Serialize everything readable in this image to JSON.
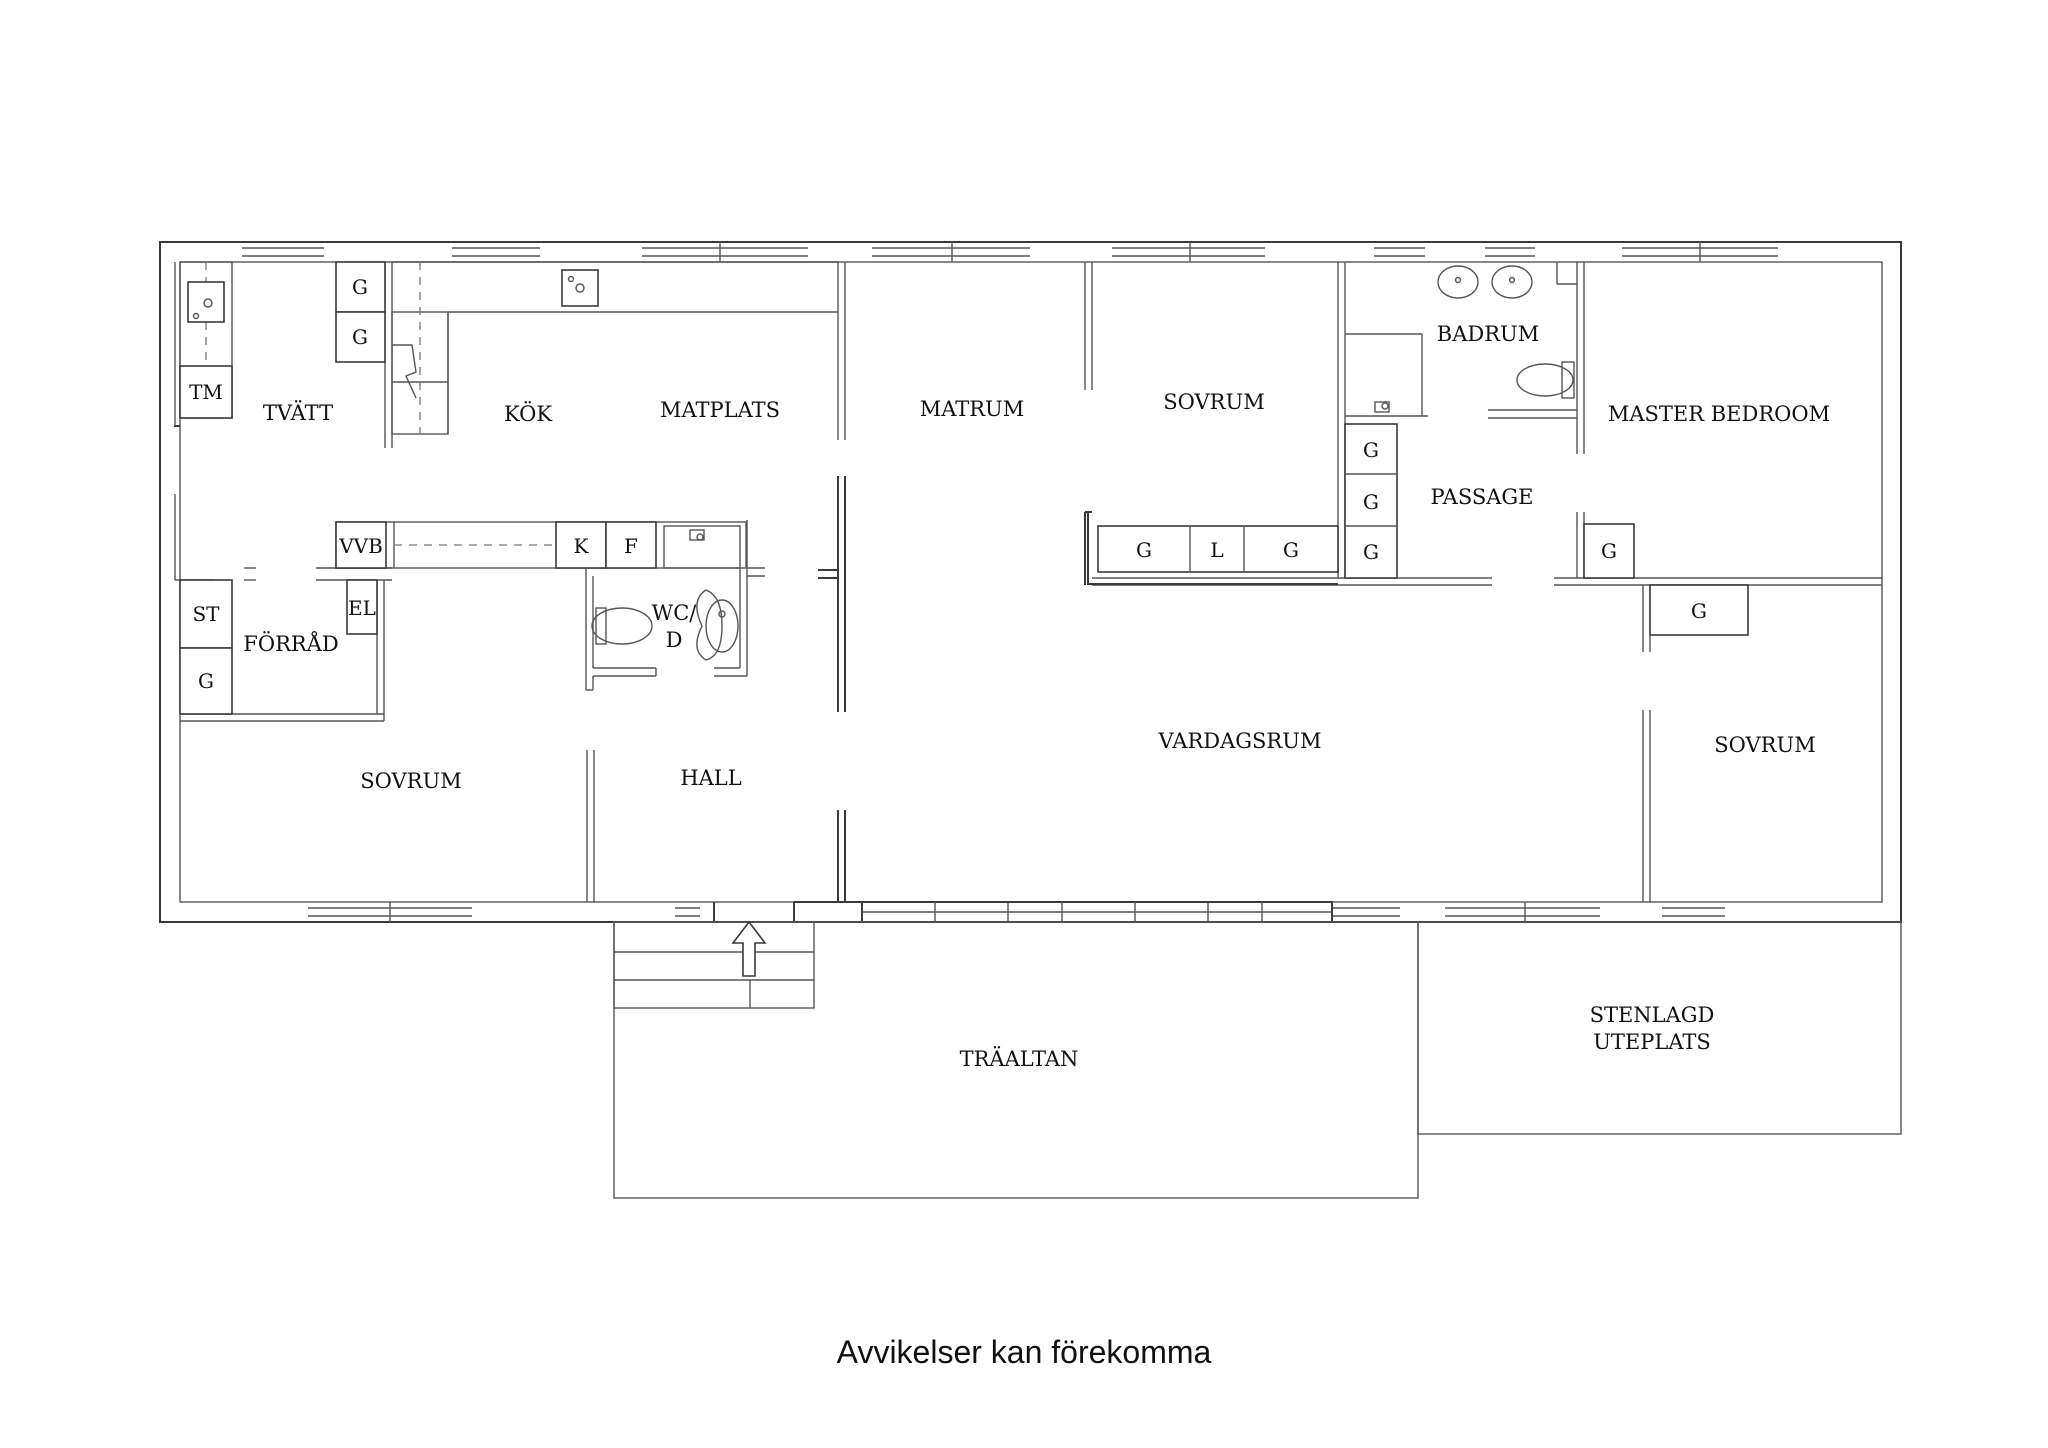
{
  "rooms": {
    "tvatt": "TVÄTT",
    "kok": "KÖK",
    "matplats": "MATPLATS",
    "matrum": "MATRUM",
    "sovrum_top": "SOVRUM",
    "badrum": "BADRUM",
    "master_bedroom": "MASTER BEDROOM",
    "passage": "PASSAGE",
    "forrad": "FÖRRÅD",
    "wc_d_line1": "WC/",
    "wc_d_line2": "D",
    "sovrum_left": "SOVRUM",
    "hall": "HALL",
    "vardagsrum": "VARDAGSRUM",
    "sovrum_right": "SOVRUM",
    "traaltan": "TRÄALTAN",
    "stenlagd_line1": "STENLAGD",
    "stenlagd_line2": "UTEPLATS"
  },
  "fixtures": {
    "tm": "TM",
    "g": "G",
    "vvb": "VVB",
    "k": "K",
    "f": "F",
    "st": "ST",
    "el": "EL",
    "l": "L"
  },
  "caption": "Avvikelser kan förekomma"
}
